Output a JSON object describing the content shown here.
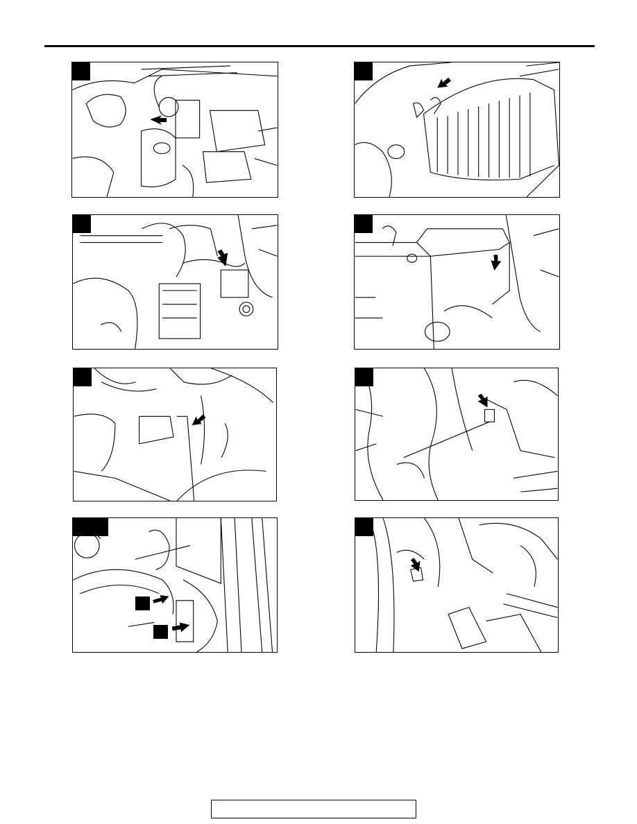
{
  "figures": [
    {
      "id": "fig-1",
      "tag": "",
      "arrow_icon": "arrow-icon"
    },
    {
      "id": "fig-2",
      "tag": "",
      "arrow_icon": "arrow-icon"
    },
    {
      "id": "fig-3",
      "tag": "",
      "arrow_icon": "arrow-icon"
    },
    {
      "id": "fig-4",
      "tag": "",
      "arrow_icon": "arrow-icon"
    },
    {
      "id": "fig-5",
      "tag": "",
      "arrow_icon": "arrow-icon"
    },
    {
      "id": "fig-6",
      "tag": "",
      "arrow_icon": "arrow-icon"
    },
    {
      "id": "fig-7",
      "tag": "",
      "callouts": [
        "",
        ""
      ],
      "arrow_icon": "arrow-icon"
    },
    {
      "id": "fig-8",
      "tag": "",
      "arrow_icon": "arrow-icon"
    }
  ],
  "footer": {
    "text": ""
  },
  "colors": {
    "ink": "#000000",
    "paper": "#ffffff"
  }
}
